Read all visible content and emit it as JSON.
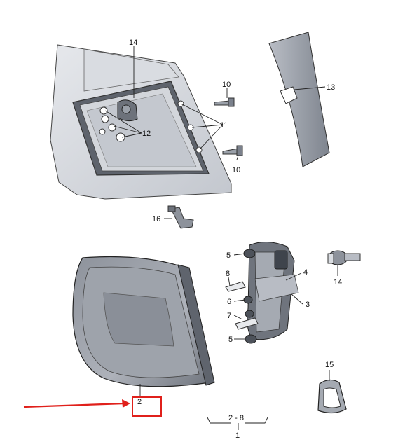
{
  "callouts": {
    "c1": "1",
    "c2": "2",
    "c2_8": "2 - 8",
    "c3": "3",
    "c4": "4",
    "c5a": "5",
    "c5b": "5",
    "c6": "6",
    "c7": "7",
    "c8": "8",
    "c10a": "10",
    "c10b": "10",
    "c11": "11",
    "c12": "12",
    "c13": "13",
    "c14a": "14",
    "c14b": "14",
    "c15": "15",
    "c16": "16"
  },
  "colors": {
    "line": "#222222",
    "part_fill": "#c9cdd4",
    "part_dark": "#7b818c",
    "highlight_arrow": "#e0201b",
    "highlight_box": "#e0201b"
  },
  "annotation": {
    "highlighted_item": "2"
  }
}
